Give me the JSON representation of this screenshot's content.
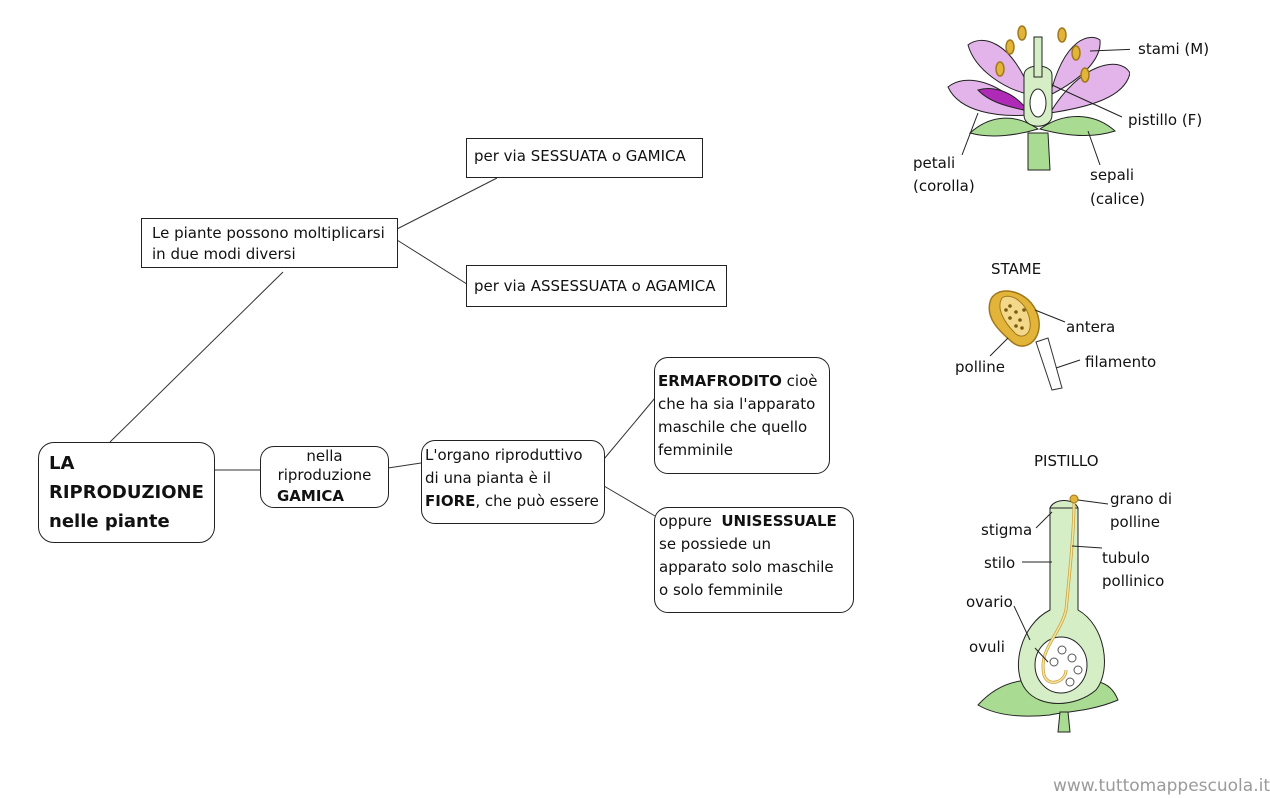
{
  "map": {
    "main": {
      "line1": "LA",
      "line2": "RIPRODUZIONE",
      "line3": "nelle piante"
    },
    "modes": {
      "line1": "Le piante possono moltiplicarsi",
      "line2": "in due modi diversi"
    },
    "sexual": "per via SESSUATA o GAMICA",
    "asexual": "per via ASSESSUATA o AGAMICA",
    "gamic": {
      "line1": "nella",
      "line2": "riproduzione",
      "line3": "GAMICA"
    },
    "organ": {
      "line1": "L'organo riproduttivo",
      "line2": "di una pianta è il",
      "bold": "FIORE",
      "rest": ", che può essere"
    },
    "herm": {
      "bold": "ERMAFRODITO",
      "rest": " cioè",
      "line2": "che ha sia l'apparato",
      "line3": "maschile che quello",
      "line4": "femminile"
    },
    "unisex": {
      "pre": "oppure ",
      "bold": "UNISESSUALE",
      "line2": "se possiede un",
      "line3": "apparato solo maschile",
      "line4": "o solo femminile"
    }
  },
  "flower": {
    "stamens": "stami (M)",
    "pistil": "pistillo (F)",
    "petals1": "petali",
    "petals2": "(corolla)",
    "sepals1": "sepali",
    "sepals2": "(calice)"
  },
  "stamen": {
    "title": "STAME",
    "anther": "antera",
    "pollen": "polline",
    "filament": "filamento"
  },
  "pistil": {
    "title": "PISTILLO",
    "pollen_grain1": "grano di",
    "pollen_grain2": "polline",
    "stigma": "stigma",
    "style": "stilo",
    "tube1": "tubulo",
    "tube2": "pollinico",
    "ovary": "ovario",
    "ovules": "ovuli"
  },
  "watermark": "www.tuttomappescuola.it",
  "colors": {
    "petal": "#e3b4ea",
    "petal_dark": "#b02ab8",
    "sepal": "#a9dc92",
    "stamen": "#e2b43a",
    "pistil": "#d5eec5"
  }
}
